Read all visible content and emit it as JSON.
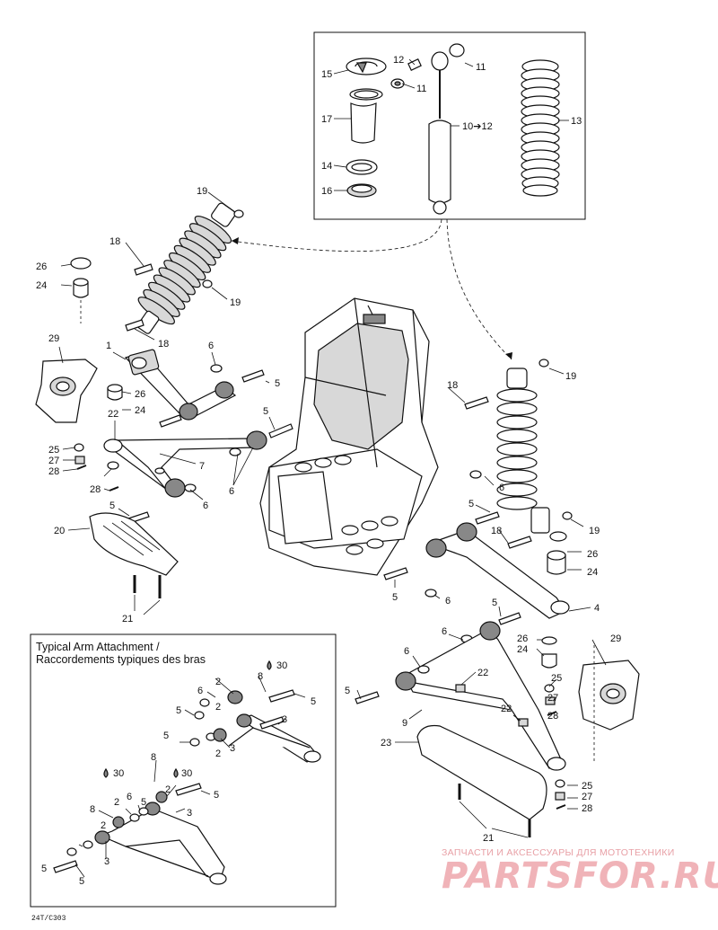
{
  "inset": {
    "title_en": "Typical Arm Attachment /",
    "title_fr": "Raccordements typiques des bras"
  },
  "drawing_code": "24T/C303",
  "watermark": {
    "top": "ЗАПЧАСТИ И АКСЕССУАРЫ ДЛЯ МОТОТЕХНИКИ",
    "main": "PARTSFOR.RU"
  },
  "callouts": {
    "c15": "15",
    "c17": "17",
    "c14": "14",
    "c16": "16",
    "c12": "12",
    "c11a": "11",
    "c11b": "11",
    "c10": "10➔12",
    "c13": "13",
    "c19a": "19",
    "c18a": "18",
    "c26a": "26",
    "c24a": "24",
    "c19b": "19",
    "c18b": "18",
    "c29a": "29",
    "c1": "1",
    "c6a": "6",
    "c5a": "5",
    "c26b": "26",
    "c24b": "24",
    "c22a": "22",
    "c5b": "5",
    "c25a": "25",
    "c27a": "27",
    "c28a": "28",
    "c7": "7",
    "c28b": "28",
    "c6b": "6",
    "c6c": "6",
    "c5c": "5",
    "c20": "20",
    "c21a": "21",
    "c18c": "18",
    "c19c": "19",
    "c6d": "6",
    "c5d": "5",
    "c18d": "18",
    "c19d": "19",
    "c26c": "26",
    "c24c": "24",
    "c5e": "5",
    "c6e": "6",
    "c4": "4",
    "c5f": "5",
    "c6f": "6",
    "c26d": "26",
    "c24d": "24",
    "c29b": "29",
    "c6g": "6",
    "c22b": "22",
    "c5g": "5",
    "c25b": "25",
    "c27b": "27",
    "c28c": "28",
    "c9": "9",
    "c22c": "22",
    "c23": "23",
    "c25c": "25",
    "c27c": "27",
    "c28d": "28",
    "c21b": "21",
    "i30a": "30",
    "i6a": "6",
    "i2a": "2",
    "i8a": "8",
    "i5a": "5",
    "i2b": "2",
    "i5b": "5",
    "i3a": "3",
    "i2c": "2",
    "i5c": "5",
    "i3b": "3",
    "i8b": "8",
    "i30b": "30",
    "i30c": "30",
    "i2d": "2",
    "i5d": "5",
    "i2e": "2",
    "i6b": "6",
    "i8c": "8",
    "i5e": "5",
    "i3c": "3",
    "i2f": "2",
    "i5f": "5",
    "i3d": "3",
    "i5g": "5"
  }
}
